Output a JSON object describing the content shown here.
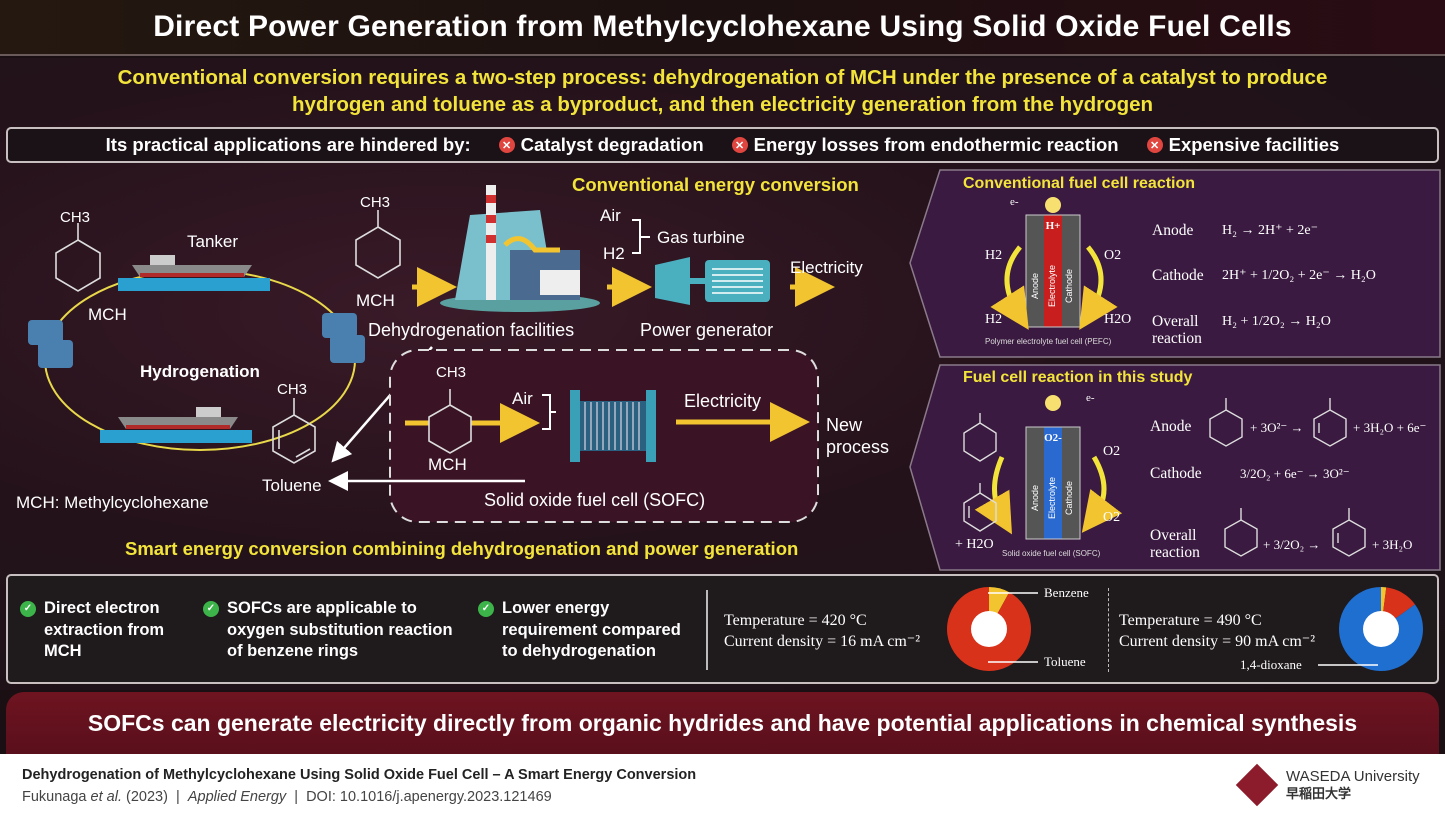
{
  "title": "Direct Power Generation from Methylcyclohexane Using Solid Oxide Fuel Cells",
  "intro": {
    "line1": "Conventional conversion requires a two-step process: dehydrogenation of MCH under the presence of a catalyst to produce",
    "line2": "hydrogen and toluene as a byproduct, and then electricity generation from the hydrogen"
  },
  "hindrances": {
    "label": "Its practical applications are hindered by:",
    "items": [
      "Catalyst degradation",
      "Energy losses from endothermic reaction",
      "Expensive facilities"
    ]
  },
  "cycle": {
    "ch3": "CH3",
    "tanker": "Tanker",
    "mch": "MCH",
    "hydrogenation": "Hydrogenation",
    "toluene": "Toluene",
    "legend": "MCH: Methylcyclohexane"
  },
  "conventional": {
    "heading": "Conventional energy conversion",
    "mch": "MCH",
    "facility": "Dehydrogenation facilities",
    "air": "Air",
    "h2": "H2",
    "gas_turbine": "Gas turbine",
    "generator": "Power generator",
    "electricity": "Electricity"
  },
  "new_process": {
    "mch": "MCH",
    "air": "Air",
    "electricity": "Electricity",
    "sofc": "Solid oxide fuel cell (SOFC)",
    "label_line1": "New",
    "label_line2": "process",
    "heading": "Smart energy conversion combining dehydrogenation and power generation"
  },
  "pefc_panel": {
    "heading": "Conventional fuel cell reaction",
    "caption": "Polymer electrolyte fuel cell (PEFC)",
    "ion": "H+",
    "layers": [
      "Anode",
      "Electrolyte",
      "Cathode"
    ],
    "in_left": "H2",
    "out_left": "H2",
    "in_right": "O2",
    "out_right": "H2O",
    "electron": "e-",
    "reactions": [
      {
        "label": "Anode",
        "eq": "H₂ → 2H⁺ + 2e⁻"
      },
      {
        "label": "Cathode",
        "eq": "2H⁺ + 1/2O₂ + 2e⁻ → H₂O"
      },
      {
        "label": "Overall reaction",
        "eq": "H₂ + 1/2O₂ → H₂O"
      }
    ]
  },
  "sofc_panel": {
    "heading": "Fuel cell reaction in this study",
    "caption": "Solid oxide fuel cell (SOFC)",
    "ion": "O2-",
    "layers": [
      "Anode",
      "Electrolyte",
      "Cathode"
    ],
    "in_right": "O2",
    "out_right": "O2",
    "out_left": "+ H2O",
    "electron": "e-",
    "reactions": [
      {
        "label": "Anode",
        "eq_mid": "+ 3O²⁻ →",
        "eq_end": "+ 3H₂O + 6e⁻"
      },
      {
        "label": "Cathode",
        "eq": "3/2O₂ + 6e⁻ → 3O²⁻"
      },
      {
        "label": "Overall reaction",
        "eq_mid": "+ 3/2O₂ →",
        "eq_end": "+ 3H₂O"
      }
    ]
  },
  "benefits": [
    {
      "lines": [
        "Direct electron",
        "extraction from",
        "MCH"
      ]
    },
    {
      "lines": [
        "SOFCs are applicable to",
        "oxygen substitution reaction",
        "of benzene rings"
      ]
    },
    {
      "lines": [
        "Lower energy",
        "requirement compared",
        "to dehydrogenation"
      ]
    }
  ],
  "results": [
    {
      "temperature": "Temperature = 420 °C",
      "current": "Current density = 16 mA cm⁻²",
      "labels": [
        "Benzene",
        "Toluene"
      ]
    },
    {
      "temperature": "Temperature = 490 °C",
      "current": "Current density = 90 mA cm⁻²",
      "labels": [
        "1,4-dioxane"
      ]
    }
  ],
  "chart_data": [
    {
      "type": "pie",
      "title": "Products at 420 °C",
      "categories": [
        "Toluene",
        "Benzene"
      ],
      "values": [
        92,
        8
      ],
      "colors": [
        "#d8321a",
        "#f2c530"
      ]
    },
    {
      "type": "pie",
      "title": "Products at 490 °C",
      "categories": [
        "1,4-dioxane",
        "Toluene",
        "Benzene"
      ],
      "values": [
        85,
        13,
        2
      ],
      "colors": [
        "#1f6fd0",
        "#d8321a",
        "#f2c530"
      ]
    }
  ],
  "conclusion": "SOFCs can generate electricity directly from organic hydrides and have potential applications in chemical synthesis",
  "footer": {
    "paper_title": "Dehydrogenation of Methylcyclohexane Using Solid Oxide Fuel Cell – A Smart Energy Conversion",
    "authors": "Fukunaga",
    "etal": "et al.",
    "year": "(2023)",
    "sep": "|",
    "journal": "Applied Energy",
    "doi": "DOI: 10.1016/j.apenergy.2023.121469",
    "logo_en": "WASEDA University",
    "logo_jp": "早稲田大学"
  },
  "colors": {
    "accent_yellow": "#f2e43a",
    "maroon": "#6e1420",
    "check_green": "#3cb44a",
    "x_red": "#e0463f"
  }
}
